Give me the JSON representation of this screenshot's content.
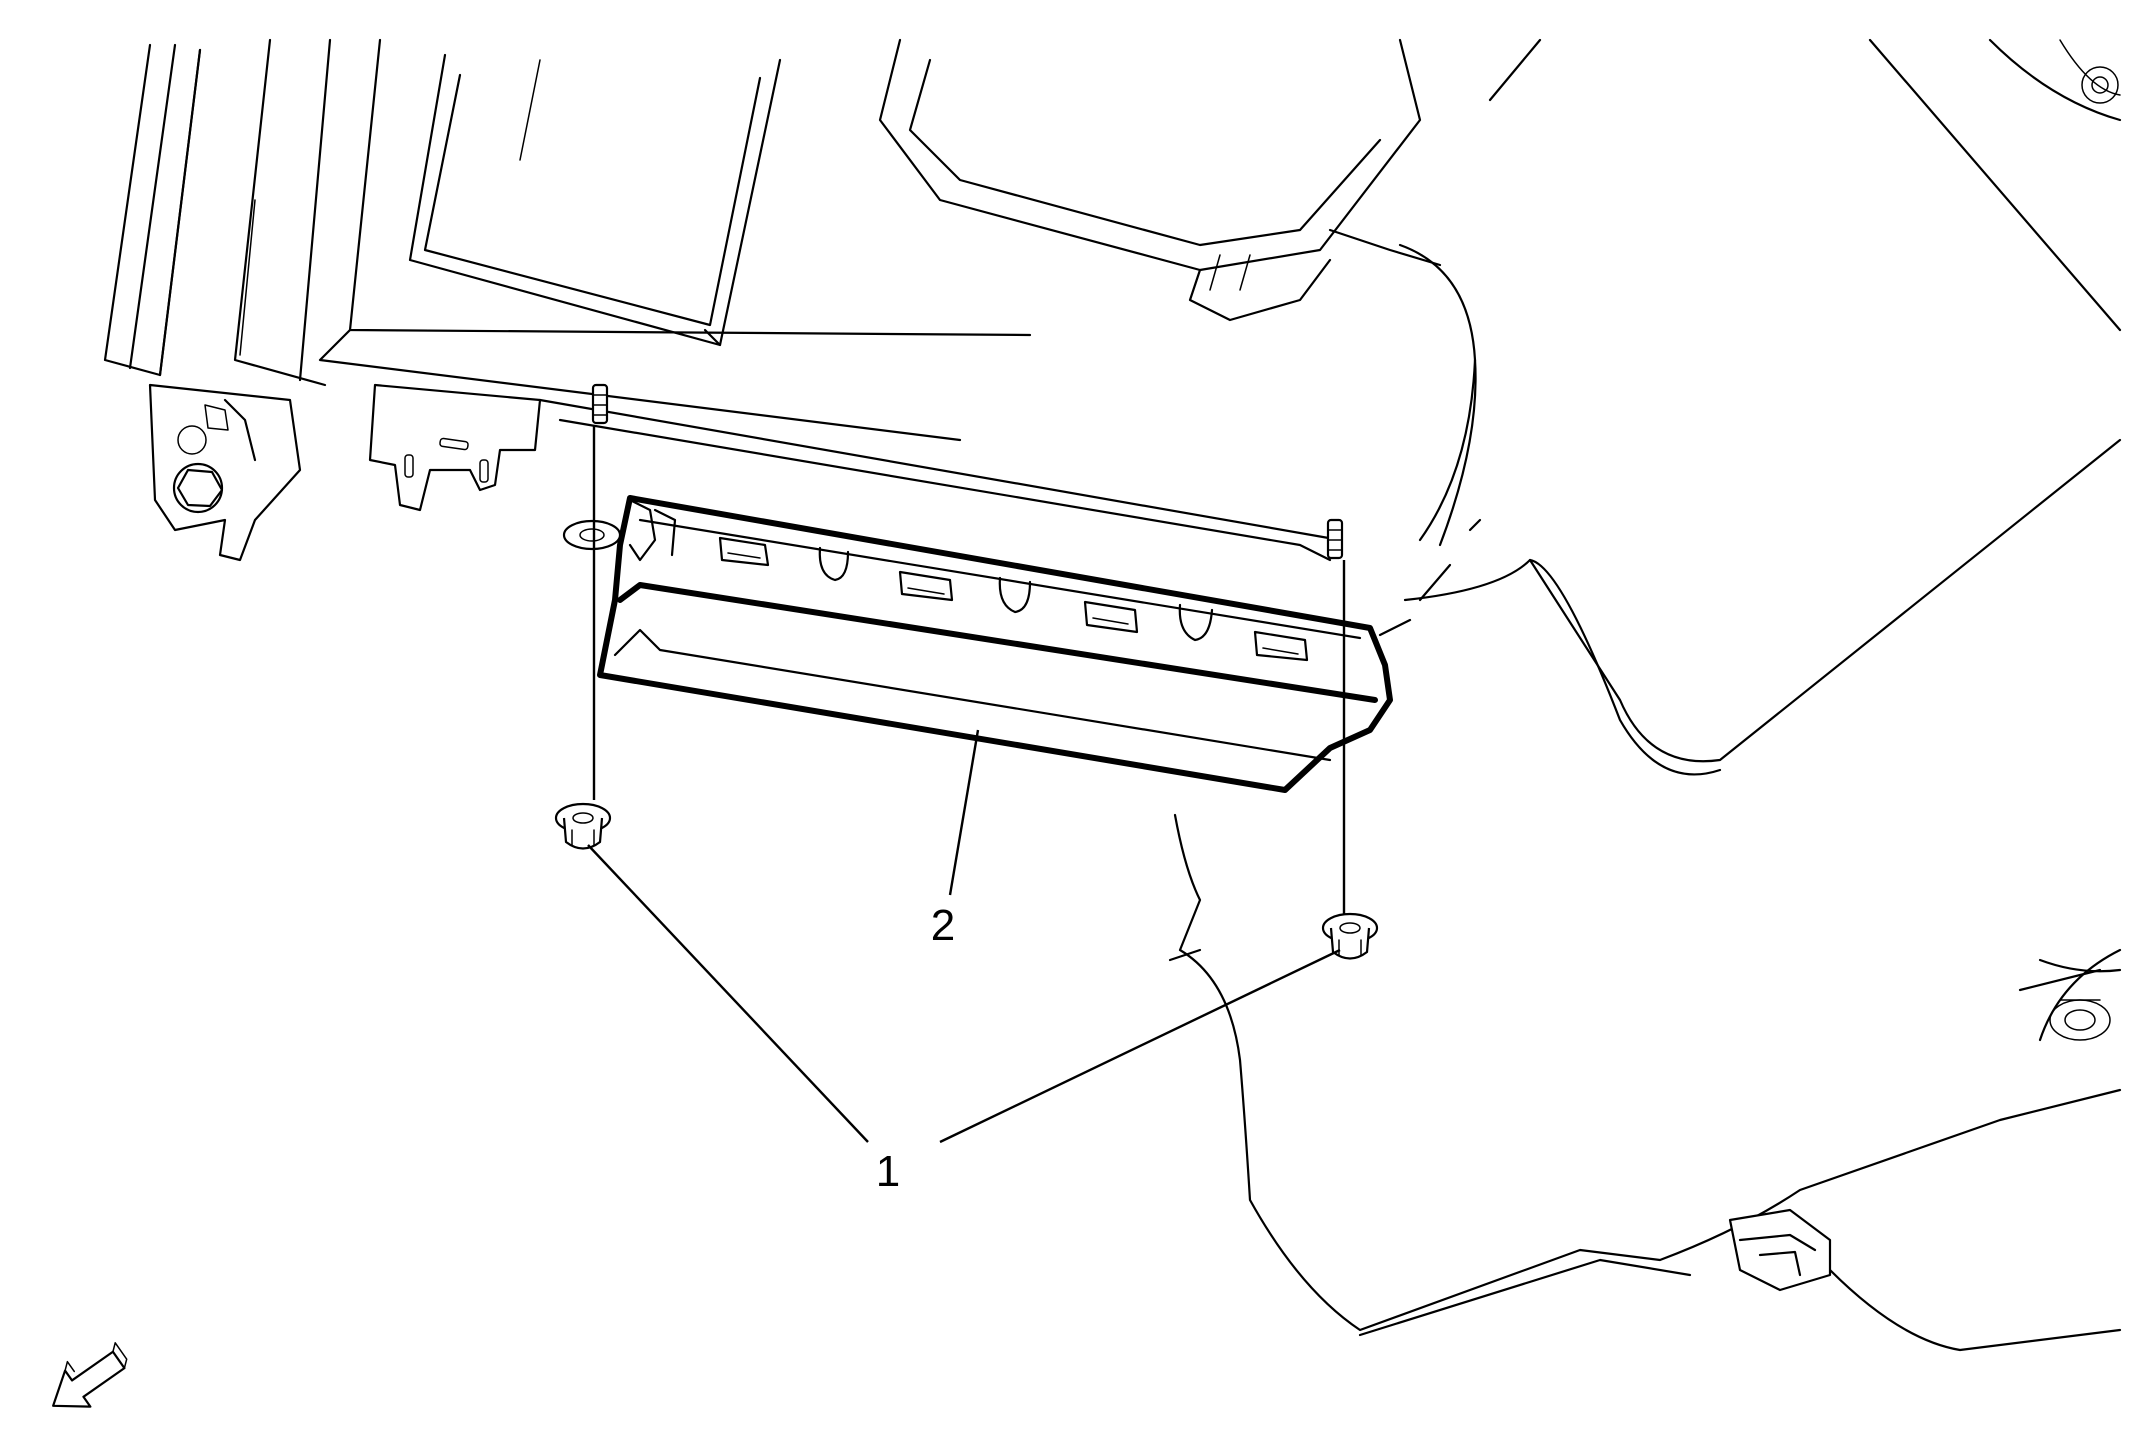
{
  "callouts": [
    {
      "id": "1",
      "label": "1"
    },
    {
      "id": "2",
      "label": "2"
    }
  ],
  "icons": {
    "orientation_arrow": "front-direction-arrow-icon"
  }
}
